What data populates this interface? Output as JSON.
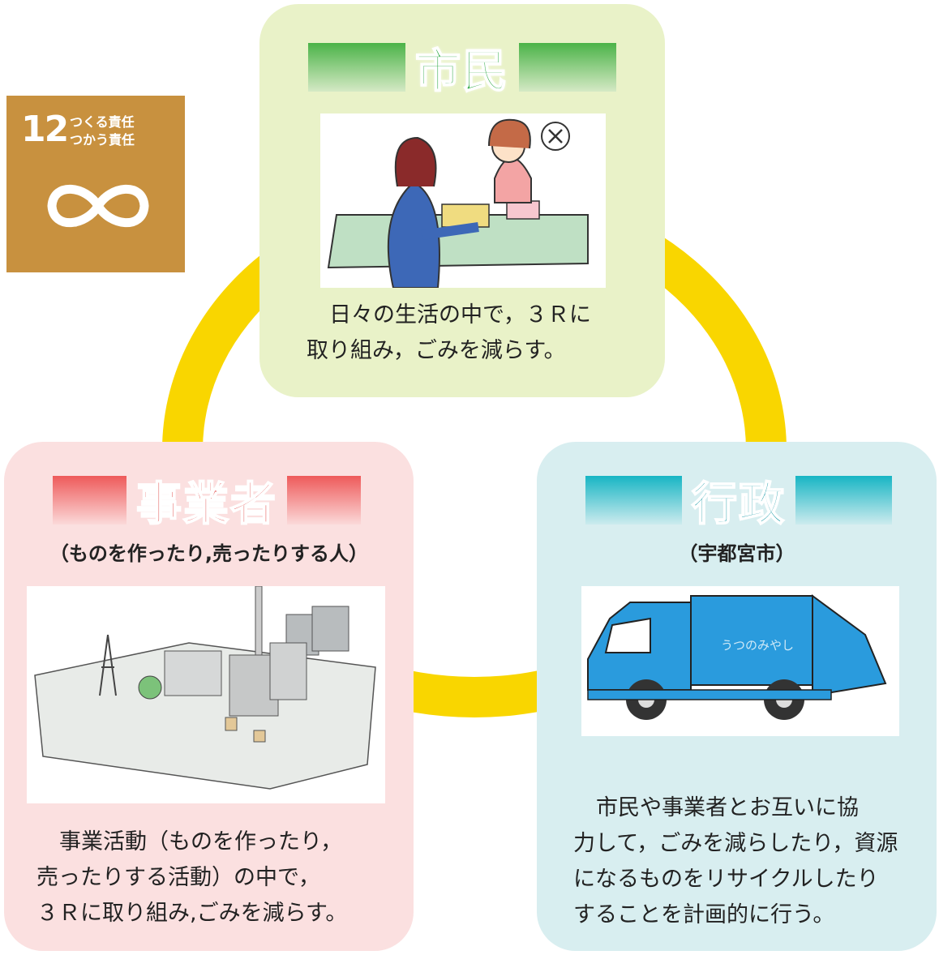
{
  "sdg": {
    "number": "12",
    "title_line1": "つくる責任",
    "title_line2": "つかう責任"
  },
  "citizen": {
    "title": "市民",
    "body_line1": "日々の生活の中で，３Ｒに",
    "body_line2": "取り組み，ごみを減らす。"
  },
  "business": {
    "title": "事業者",
    "subtitle": "（ものを作ったり,売ったりする人）",
    "body_line1": "事業活動（ものを作ったり，",
    "body_line2": "売ったりする活動）の中で，",
    "body_line3": "３Ｒに取り組み,ごみを減らす。"
  },
  "government": {
    "title": "行政",
    "subtitle": "（宇都宮市）",
    "truck_label": "うつのみやし",
    "body_line1": "市民や事業者とお互いに協",
    "body_line2": "力して，ごみを減らしたり，資源",
    "body_line3": "になるものをリサイクルしたり",
    "body_line4": "することを計画的に行う。"
  },
  "colors": {
    "ring": "#f9d600",
    "citizen_bg": "#e9f2c8",
    "business_bg": "#fbe0e0",
    "government_bg": "#d8eef0",
    "citizen_accent": "#23a53b",
    "business_accent": "#e0403e",
    "government_accent": "#1a9aa7",
    "sdg_bg": "#c8913f"
  }
}
